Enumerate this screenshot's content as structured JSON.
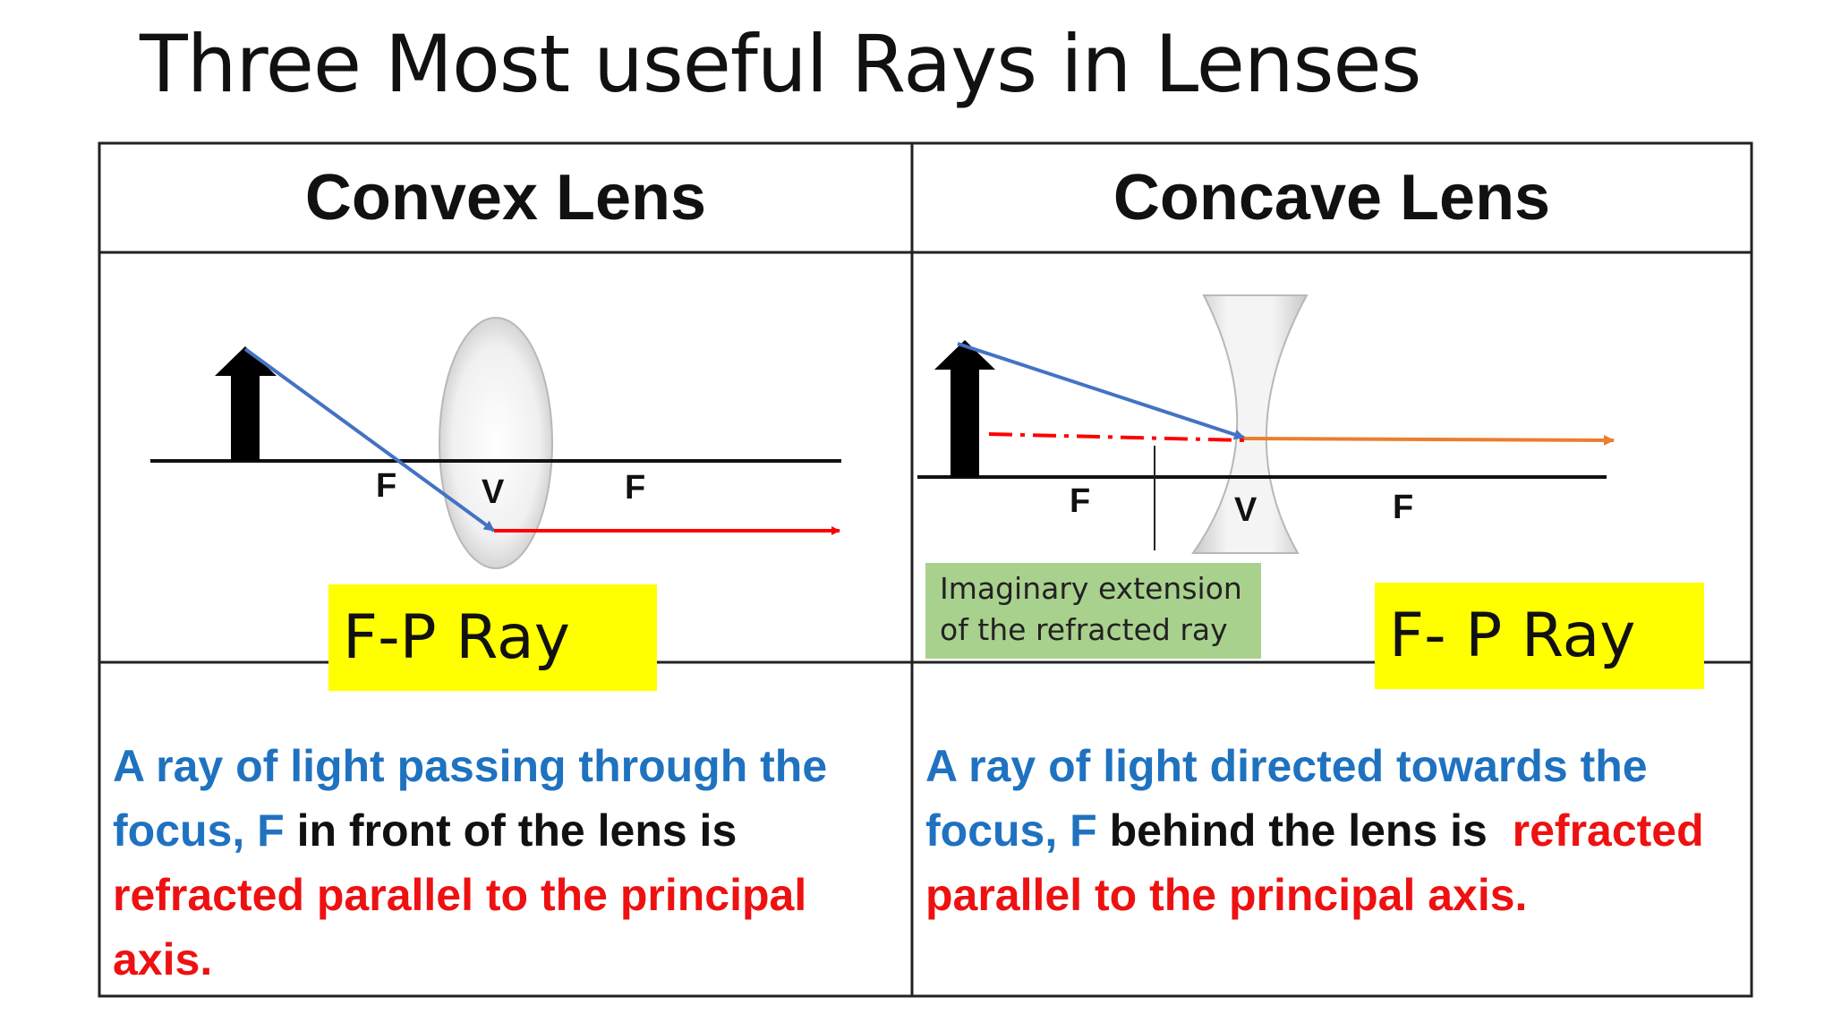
{
  "title": "Three Most useful Rays in Lenses",
  "columns": [
    {
      "heading": "Convex Lens",
      "labels": {
        "focus_left": "F",
        "vertex": "V",
        "focus_right": "F"
      },
      "ray_name": "F-P Ray",
      "description": {
        "part1": "A ray of light passing through the focus, F",
        "part2": " in front of the lens is ",
        "part3": "refracted parallel to the principal axis."
      }
    },
    {
      "heading": "Concave Lens",
      "labels": {
        "focus_left": "F",
        "vertex": "V",
        "focus_right": "F"
      },
      "ray_name": "F- P Ray",
      "annotation": "Imaginary extension of the refracted ray",
      "description": {
        "part1": "A ray of light directed towards the focus, F",
        "part2": " behind the lens is  ",
        "part3": "refracted parallel to the principal axis."
      }
    }
  ],
  "colors": {
    "incident_ray": "#4472c4",
    "convex_refracted_ray": "#ff0000",
    "concave_refracted_ray": "#ed7d31",
    "imaginary_extension": "#ff0000",
    "highlight": "#ffff00",
    "annotation_box": "#a9d18e",
    "text_blue": "#1f72bf",
    "text_red": "#ee1111"
  }
}
